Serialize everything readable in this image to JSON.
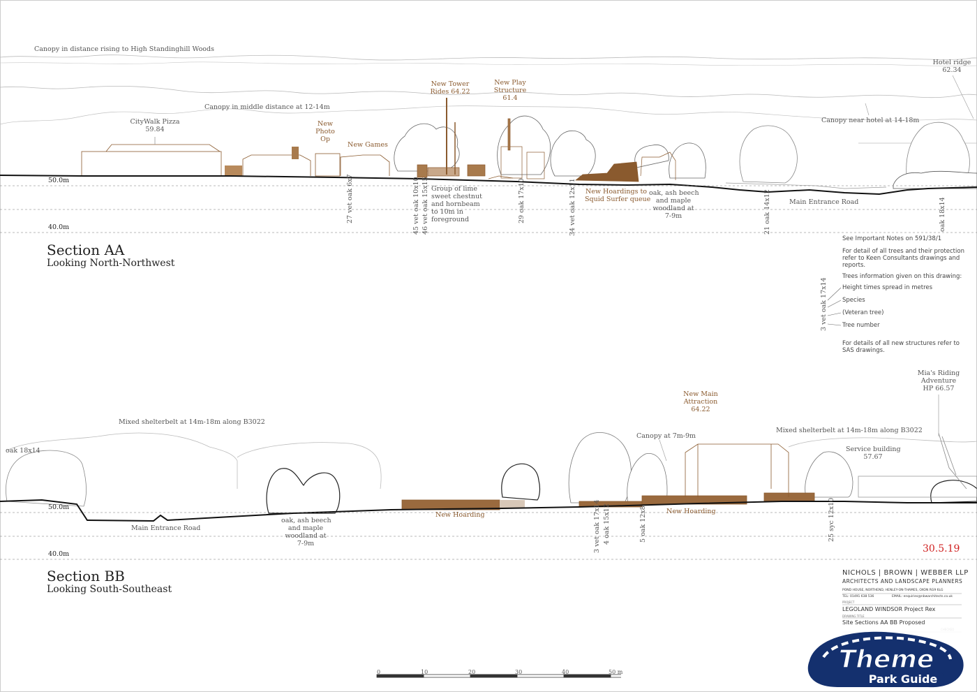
{
  "section_aa": {
    "title": "Section AA",
    "subtitle": "Looking North-Northwest",
    "level_50": "50.0m",
    "level_40": "40.0m",
    "labels": {
      "canopy_distance": "Canopy in distance rising to High Standinghill Woods",
      "canopy_middle": "Canopy in middle distance at 12-14m",
      "canopy_hotel": "Canopy near hotel at 14-18m",
      "hotel_ridge": "Hotel ridge",
      "hotel_ridge_val": "62.34",
      "citywalk": "CityWalk Pizza",
      "citywalk_val": "59.84",
      "photo_op_1": "New",
      "photo_op_2": "Photo",
      "photo_op_3": "Op",
      "new_games": "New Games",
      "tower_1": "New Tower",
      "tower_2": "Rides 64.22",
      "play_1": "New Play",
      "play_2": "Structure",
      "play_3": "61.4",
      "group_1": "Group of lime",
      "group_2": "sweet chestnut",
      "group_3": "and hornbeam",
      "group_4": "to 10m in",
      "group_5": "foreground",
      "hoard_1": "New Hoardings to",
      "hoard_2": "Squid Surfer queue",
      "wood_1": "oak, ash beech",
      "wood_2": "and  maple",
      "wood_3": "woodland at",
      "wood_4": "7-9m",
      "main_road": "Main Entrance Road"
    },
    "trees": [
      "27 vet oak 6x7",
      "45 vet oak 10x10",
      "46 vet oak 15x15",
      "29  oak 17x10",
      "34 vet oak 12x11",
      "21 oak 14x12",
      "oak 18x14"
    ]
  },
  "notes": {
    "line1": "See Important Notes on 591/38/1",
    "line2a": "For detail of all trees and their protection",
    "line2b": "refer to Keen Consultants  drawings and",
    "line2c": "reports.",
    "line3": "Trees information given on this drawing:",
    "key1": "Height times spread in metres",
    "key2": "Species",
    "key3": "(Veteran tree)",
    "key4": "Tree number",
    "key_tree": "3 vet oak 17x14",
    "sas1": "For details of all new structures refer to",
    "sas2": "SAS drawings."
  },
  "section_bb": {
    "title": "Section BB",
    "subtitle": "Looking South-Southeast",
    "level_50": "50.0m",
    "level_40": "40.0m",
    "labels": {
      "oak_left": "oak 18x14",
      "mixed_1": "Mixed shelterbelt at 14m-18m along B3022",
      "mixed_2": "Mixed shelterbelt at 14m-18m along B3022",
      "canopy_7": "Canopy at 7m-9m",
      "main_attr_1": "New Main",
      "main_attr_2": "Attraction",
      "main_attr_3": "64.22",
      "mia_1": "Mia's Riding",
      "mia_2": "Adventure",
      "mia_3": "HP 66.57",
      "service_1": "Service building",
      "service_2": "57.67",
      "main_road": "Main Entrance Road",
      "wood_1": "oak, ash beech",
      "wood_2": "and  maple",
      "wood_3": "woodland at",
      "wood_4": "7-9m",
      "hoarding_1": "New Hoarding",
      "hoarding_2": "New Hoarding"
    },
    "trees": [
      "3 vet oak 17x14",
      "4  oak 15x12",
      "5  oak 12x8",
      "25 syc 12x10"
    ],
    "date": "30.5.19"
  },
  "title_block": {
    "firm": "NICHOLS | BROWN | WEBBER LLP",
    "firm_sub": "ARCHITECTS AND LANDSCAPE PLANNERS",
    "address": "POND HOUSE, NORTHEND, HENLEY-ON-THAMES, OXON RG9 6LG",
    "tel": "TEL: 01491 638 536",
    "email": "EMAIL: enquiries@nbwarchitects.co.uk",
    "project_lbl": "PROJECT",
    "project": "LEGOLAND WINDSOR   Project Rex",
    "drawing_lbl": "DRAWING TITLE",
    "drawing": "Site Sections AA BB Proposed",
    "checked": "CHECKED"
  },
  "scale": [
    "0",
    "10",
    "20",
    "30",
    "40",
    "50 m"
  ],
  "logo": {
    "line1": "Theme",
    "line2": "Park Guide"
  },
  "colors": {
    "brown": "#8a5a2e",
    "hoarding": "#9a6a3e",
    "date": "#d02020",
    "logo_blue": "#14306e"
  }
}
